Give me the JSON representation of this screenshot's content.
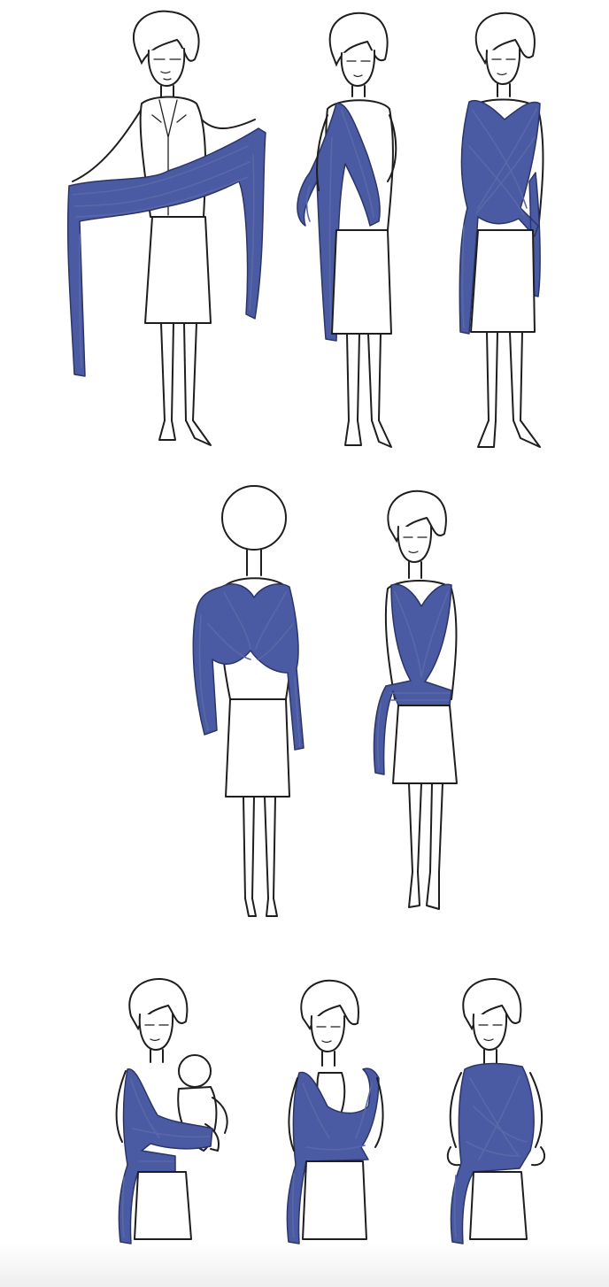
{
  "colors": {
    "wrap": "#4a5ba3",
    "ink": "#1e1e1e",
    "background": "#ffffff",
    "skin": "#ffffff"
  },
  "steps": [
    {
      "icon": "woman-holding-wrap-open-icon",
      "row": 1
    },
    {
      "icon": "woman-draping-wrap-over-shoulder-icon",
      "row": 1
    },
    {
      "icon": "woman-wrap-crossed-front-icon",
      "row": 1
    },
    {
      "icon": "woman-wrap-crossed-back-view-icon",
      "row": 2
    },
    {
      "icon": "woman-wrap-tied-waist-icon",
      "row": 2
    },
    {
      "icon": "woman-placing-baby-in-wrap-icon",
      "row": 3
    },
    {
      "icon": "woman-baby-seated-in-wrap-icon",
      "row": 3
    },
    {
      "icon": "woman-baby-fully-wrapped-icon",
      "row": 3
    }
  ]
}
